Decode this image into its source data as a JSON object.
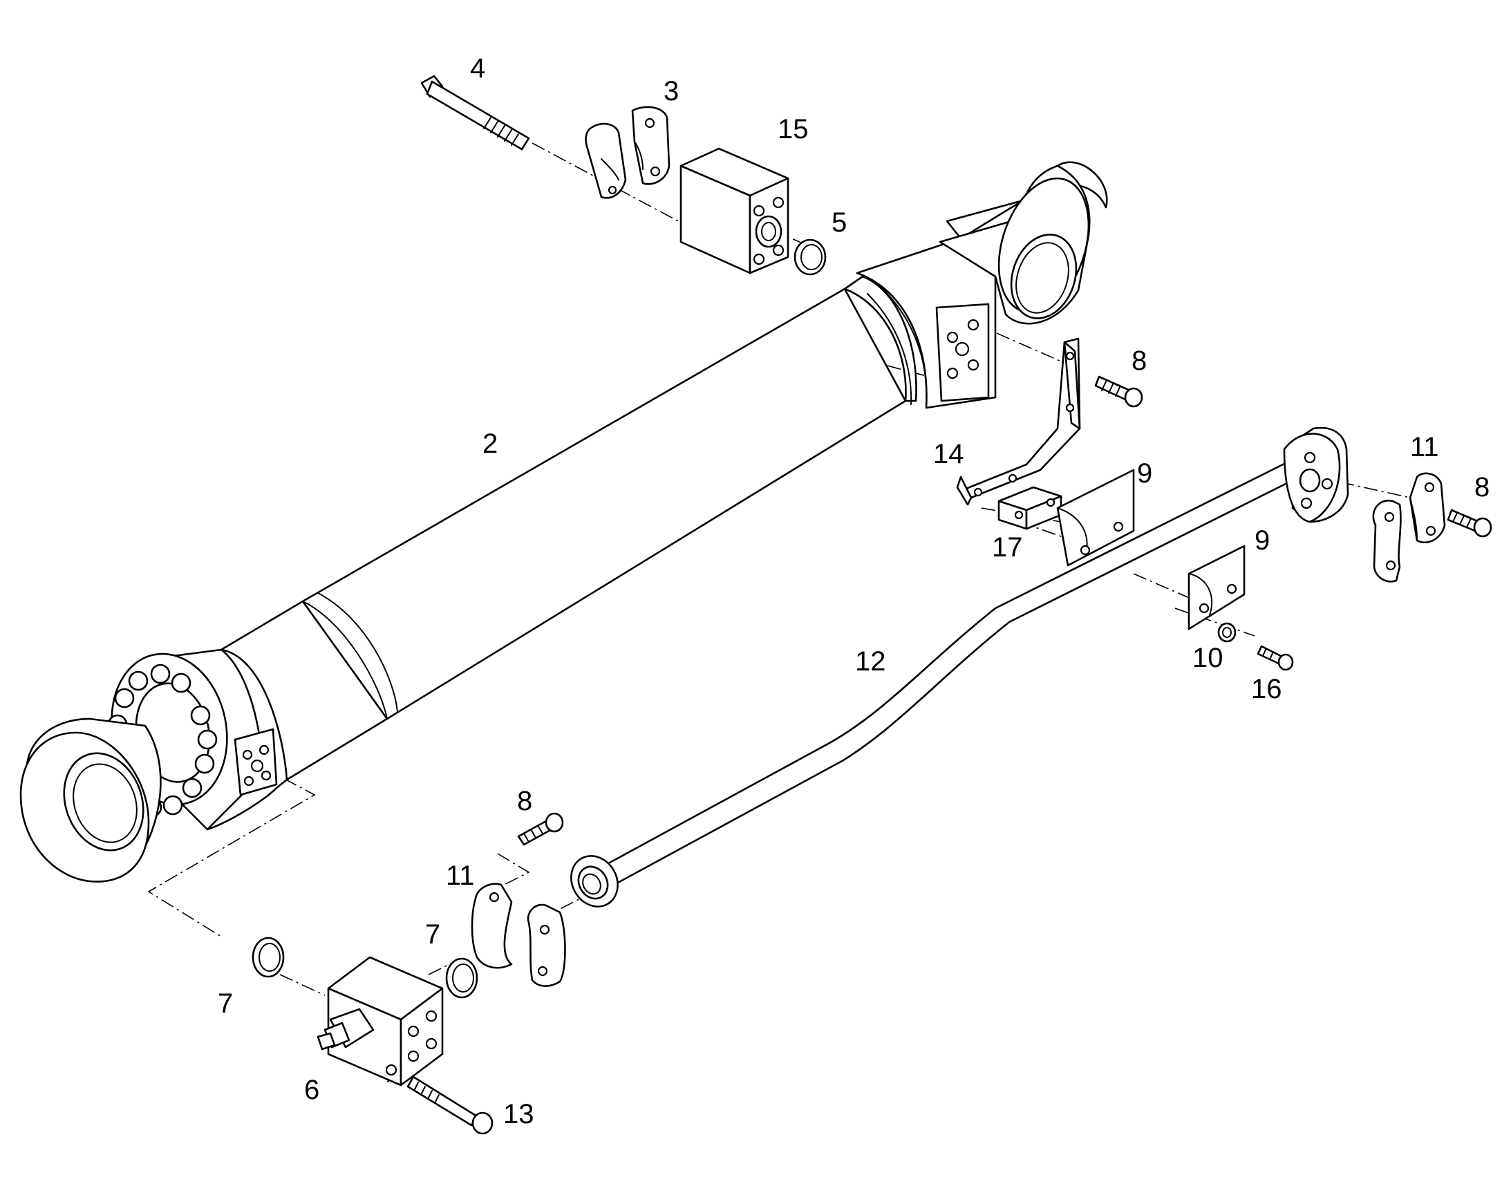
{
  "callouts": {
    "c2": "2",
    "c3": "3",
    "c4": "4",
    "c5": "5",
    "c6": "6",
    "c7a": "7",
    "c7b": "7",
    "c8a": "8",
    "c8b": "8",
    "c8c": "8",
    "c9a": "9",
    "c9b": "9",
    "c10": "10",
    "c11a": "11",
    "c11b": "11",
    "c12": "12",
    "c13": "13",
    "c14": "14",
    "c15": "15",
    "c16": "16",
    "c17": "17"
  },
  "icons": {
    "cylinder": "hydraulic-cylinder-icon",
    "pipe": "hydraulic-pipe-icon",
    "bolt": "bolt-icon",
    "flange-half": "split-flange-icon",
    "block": "valve-block-icon",
    "ring": "o-ring-icon",
    "bracket": "bracket-icon"
  },
  "colors": {
    "line": "#000000",
    "background": "#ffffff"
  }
}
